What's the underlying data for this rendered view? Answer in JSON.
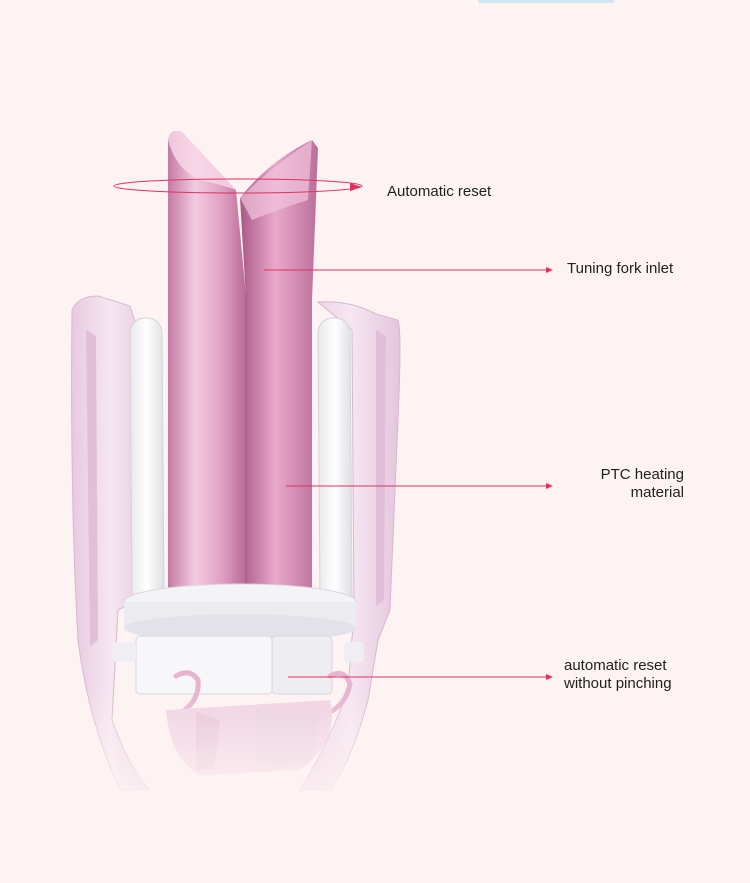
{
  "annotations": {
    "automatic_reset": "Automatic reset",
    "tuning_fork_inlet": "Tuning fork inlet",
    "ptc_line1": "PTC heating",
    "ptc_line2": "material",
    "pinch_line1": "automatic reset",
    "pinch_line2": "without pinching"
  },
  "colors": {
    "background": "#fdf3f3",
    "housing": "#efd9ea",
    "barrel": "#d98fb8",
    "leader_line": "#e0315f"
  }
}
